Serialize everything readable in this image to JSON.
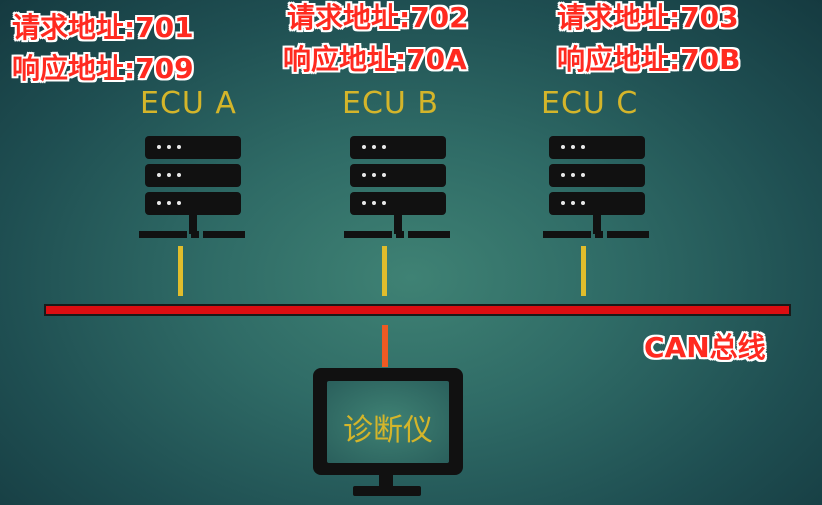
{
  "ecus": [
    {
      "name": "ECU A",
      "request": "请求地址:701",
      "response": "响应地址:709"
    },
    {
      "name": "ECU B",
      "request": "请求地址:702",
      "response": "响应地址:70A"
    },
    {
      "name": "ECU C",
      "request": "请求地址:703",
      "response": "响应地址:70B"
    }
  ],
  "bus": {
    "label": "CAN总线",
    "color": "#dc0e12"
  },
  "tester": {
    "label": "诊断仪"
  },
  "colors": {
    "address_text": "#ff2a20",
    "ecu_label": "#d4b52a",
    "node_link": "#e0bd2c",
    "tester_link": "#ef5a23",
    "device": "#111111"
  },
  "icons": {
    "ecu": "server-rack-icon",
    "tester": "monitor-icon"
  }
}
